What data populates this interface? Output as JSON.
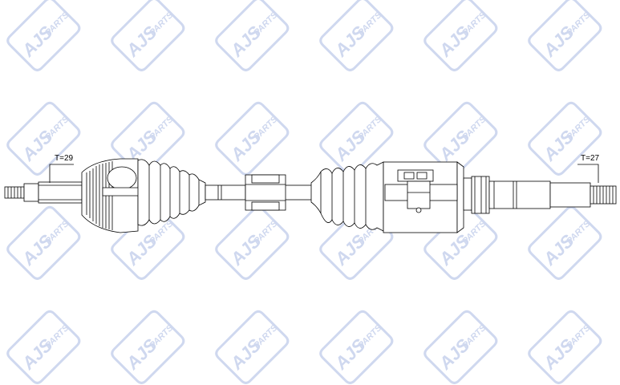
{
  "diagram": {
    "left_thread_label": "T=29",
    "right_thread_label": "T=27"
  },
  "watermark": {
    "brand": "AJS",
    "sub": "PARTS",
    "color": "#cfd8ef",
    "icon": "ajs-logo-icon"
  },
  "colors": {
    "line": "#000000",
    "background": "#ffffff"
  }
}
